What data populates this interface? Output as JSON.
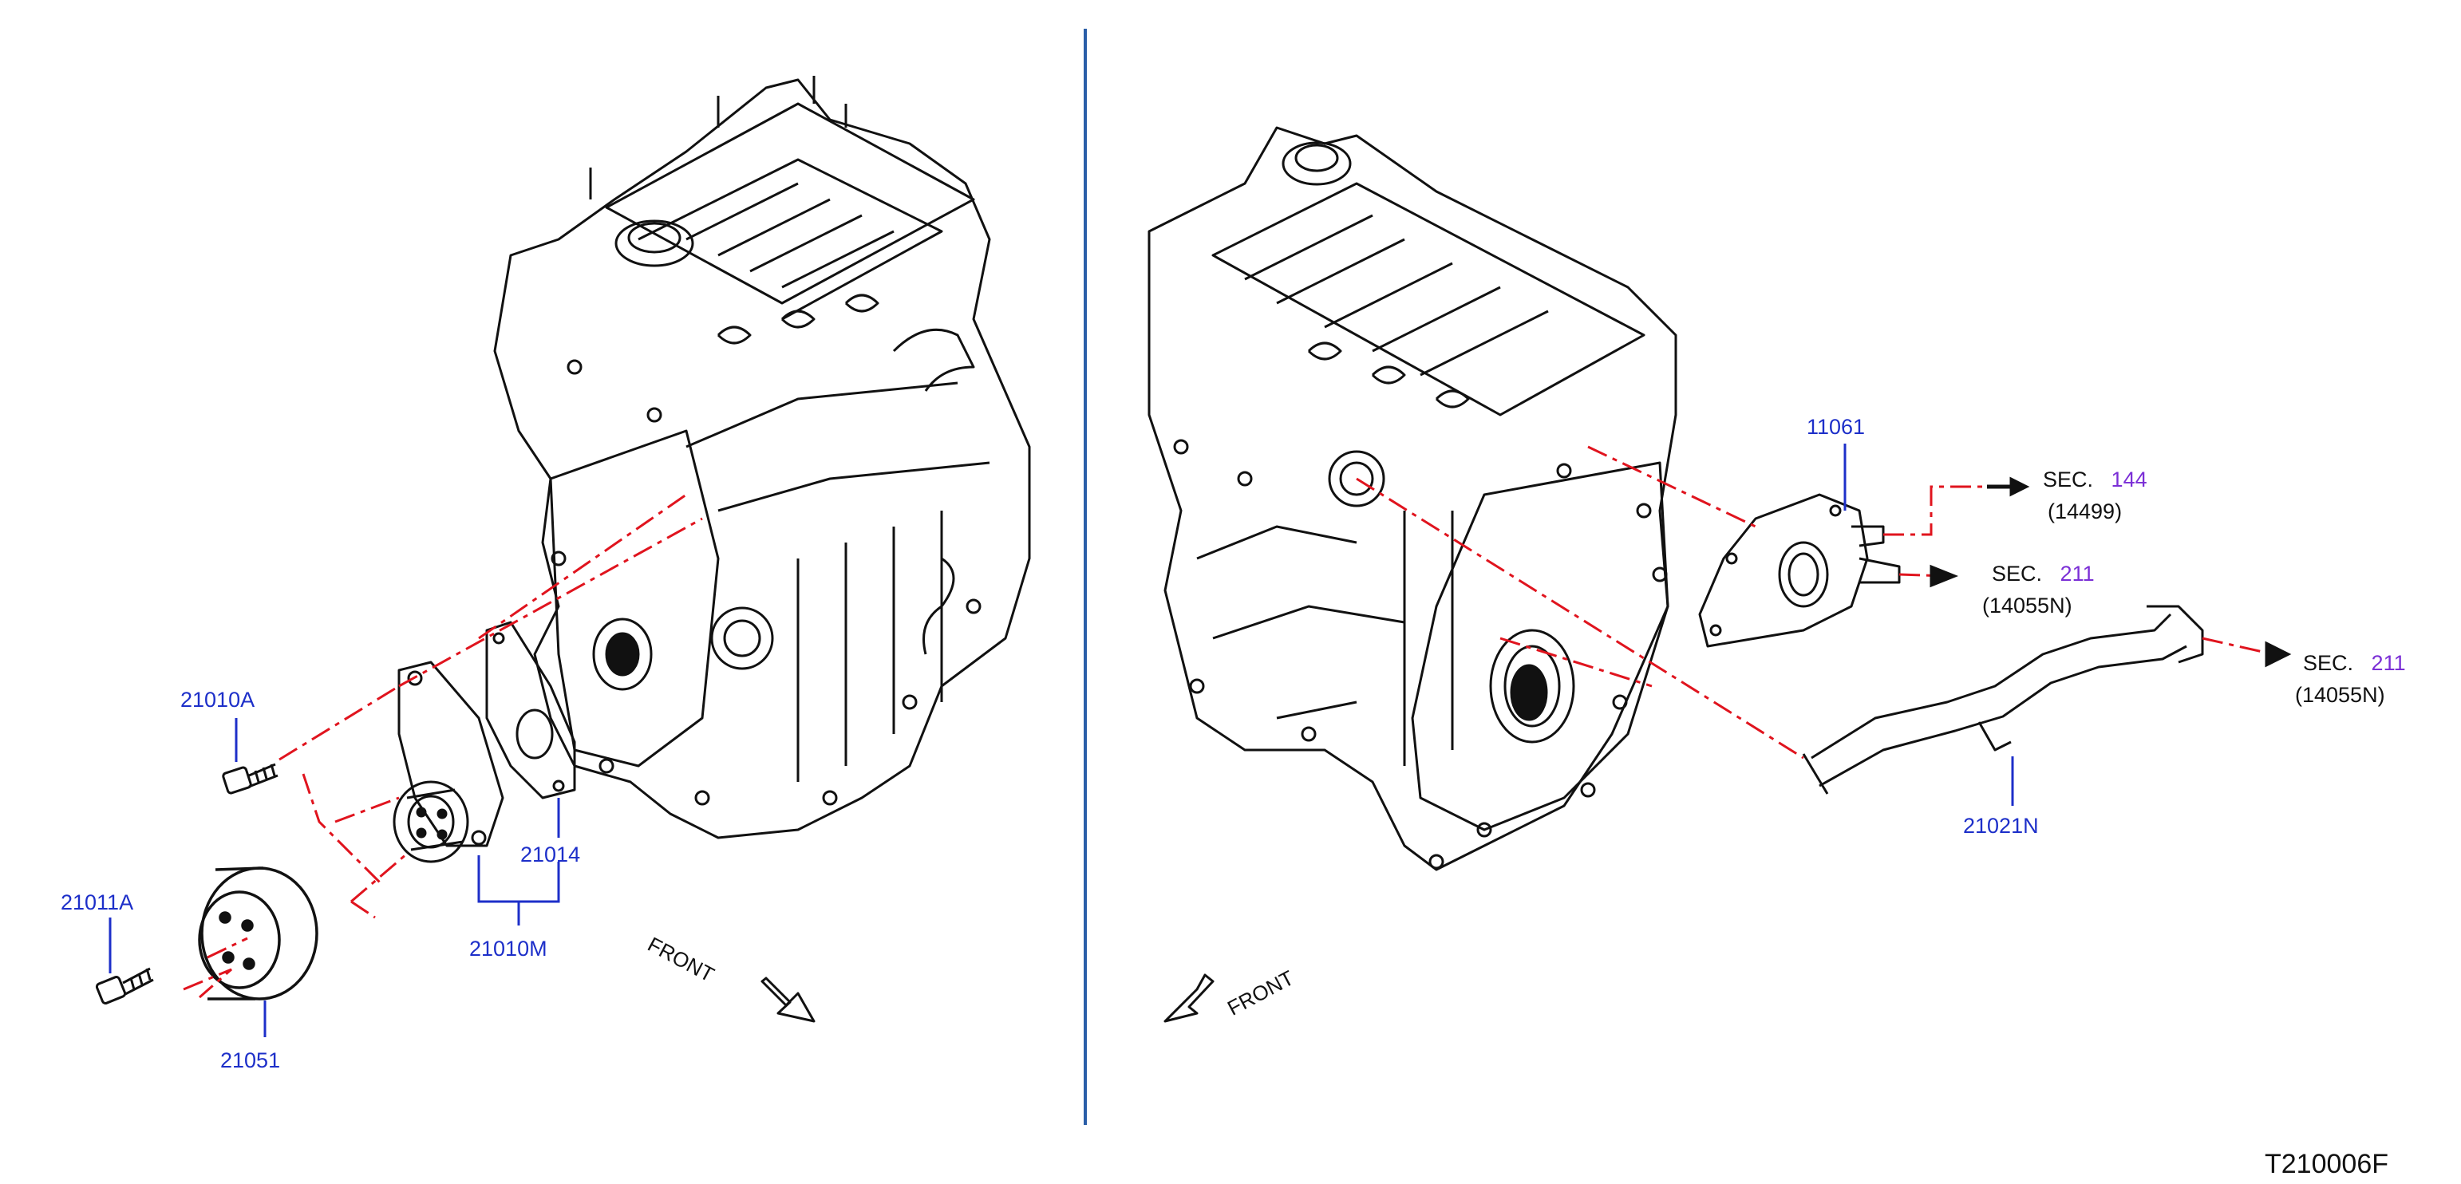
{
  "diagram_code": "T210006F",
  "front_label": "FRONT",
  "sec_label": "SEC.",
  "left_view": {
    "parts": {
      "bolt_upper": "21010A",
      "bolt_lower": "21011A",
      "gasket": "21014",
      "water_pump": "21010M",
      "pulley": "21051"
    }
  },
  "right_view": {
    "parts": {
      "thermostat_housing": "11061",
      "water_hose": "21021N"
    },
    "sections": [
      {
        "number": "144",
        "ref": "(14499)"
      },
      {
        "number": "211",
        "ref": "(14055N)"
      },
      {
        "number": "211",
        "ref": "(14055N)"
      }
    ]
  },
  "colors": {
    "part_label": "#1d2fc9",
    "section_number": "#7b2fd6",
    "dashed_leader": "#e0141e",
    "divider": "#2a5ea8",
    "line_art": "#111111"
  }
}
